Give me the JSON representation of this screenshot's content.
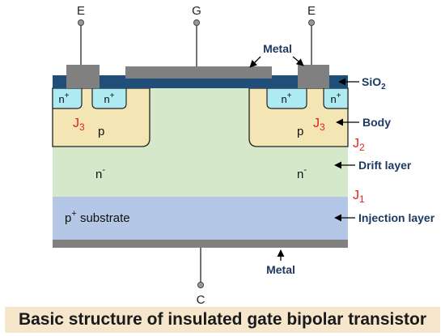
{
  "terminals": {
    "emitter_left": "E",
    "gate": "G",
    "emitter_right": "E",
    "collector": "C"
  },
  "regions": {
    "n_plus": "n",
    "n_plus_sup": "+",
    "p_body": "p",
    "n_drift": "n",
    "n_drift_sup": "-",
    "substrate_main": "p",
    "substrate_sup": "+",
    "substrate_rest": " substrate"
  },
  "junctions": {
    "j3_letter": "J",
    "j3_sub": "3",
    "j2_letter": "J",
    "j2_sub": "2",
    "j1_letter": "J",
    "j1_sub": "1"
  },
  "annotations": {
    "metal_top": "Metal",
    "sio2_main": "SiO",
    "sio2_sub": "2",
    "body": "Body",
    "drift_layer": "Drift layer",
    "injection_layer": "Injection layer",
    "metal_bottom": "Metal"
  },
  "caption": "Basic structure of insulated gate bipolar transistor",
  "colors": {
    "oxide": "#1f4e79",
    "metal": "#808080",
    "n_plus": "#aeeaf2",
    "p_body": "#f4e6b4",
    "n_drift": "#d5e8c9",
    "p_substrate": "#b4c7e7",
    "junction_label": "#e0201b",
    "annotation_label": "#1f3864",
    "caption_bg": "#f5e6cc"
  }
}
